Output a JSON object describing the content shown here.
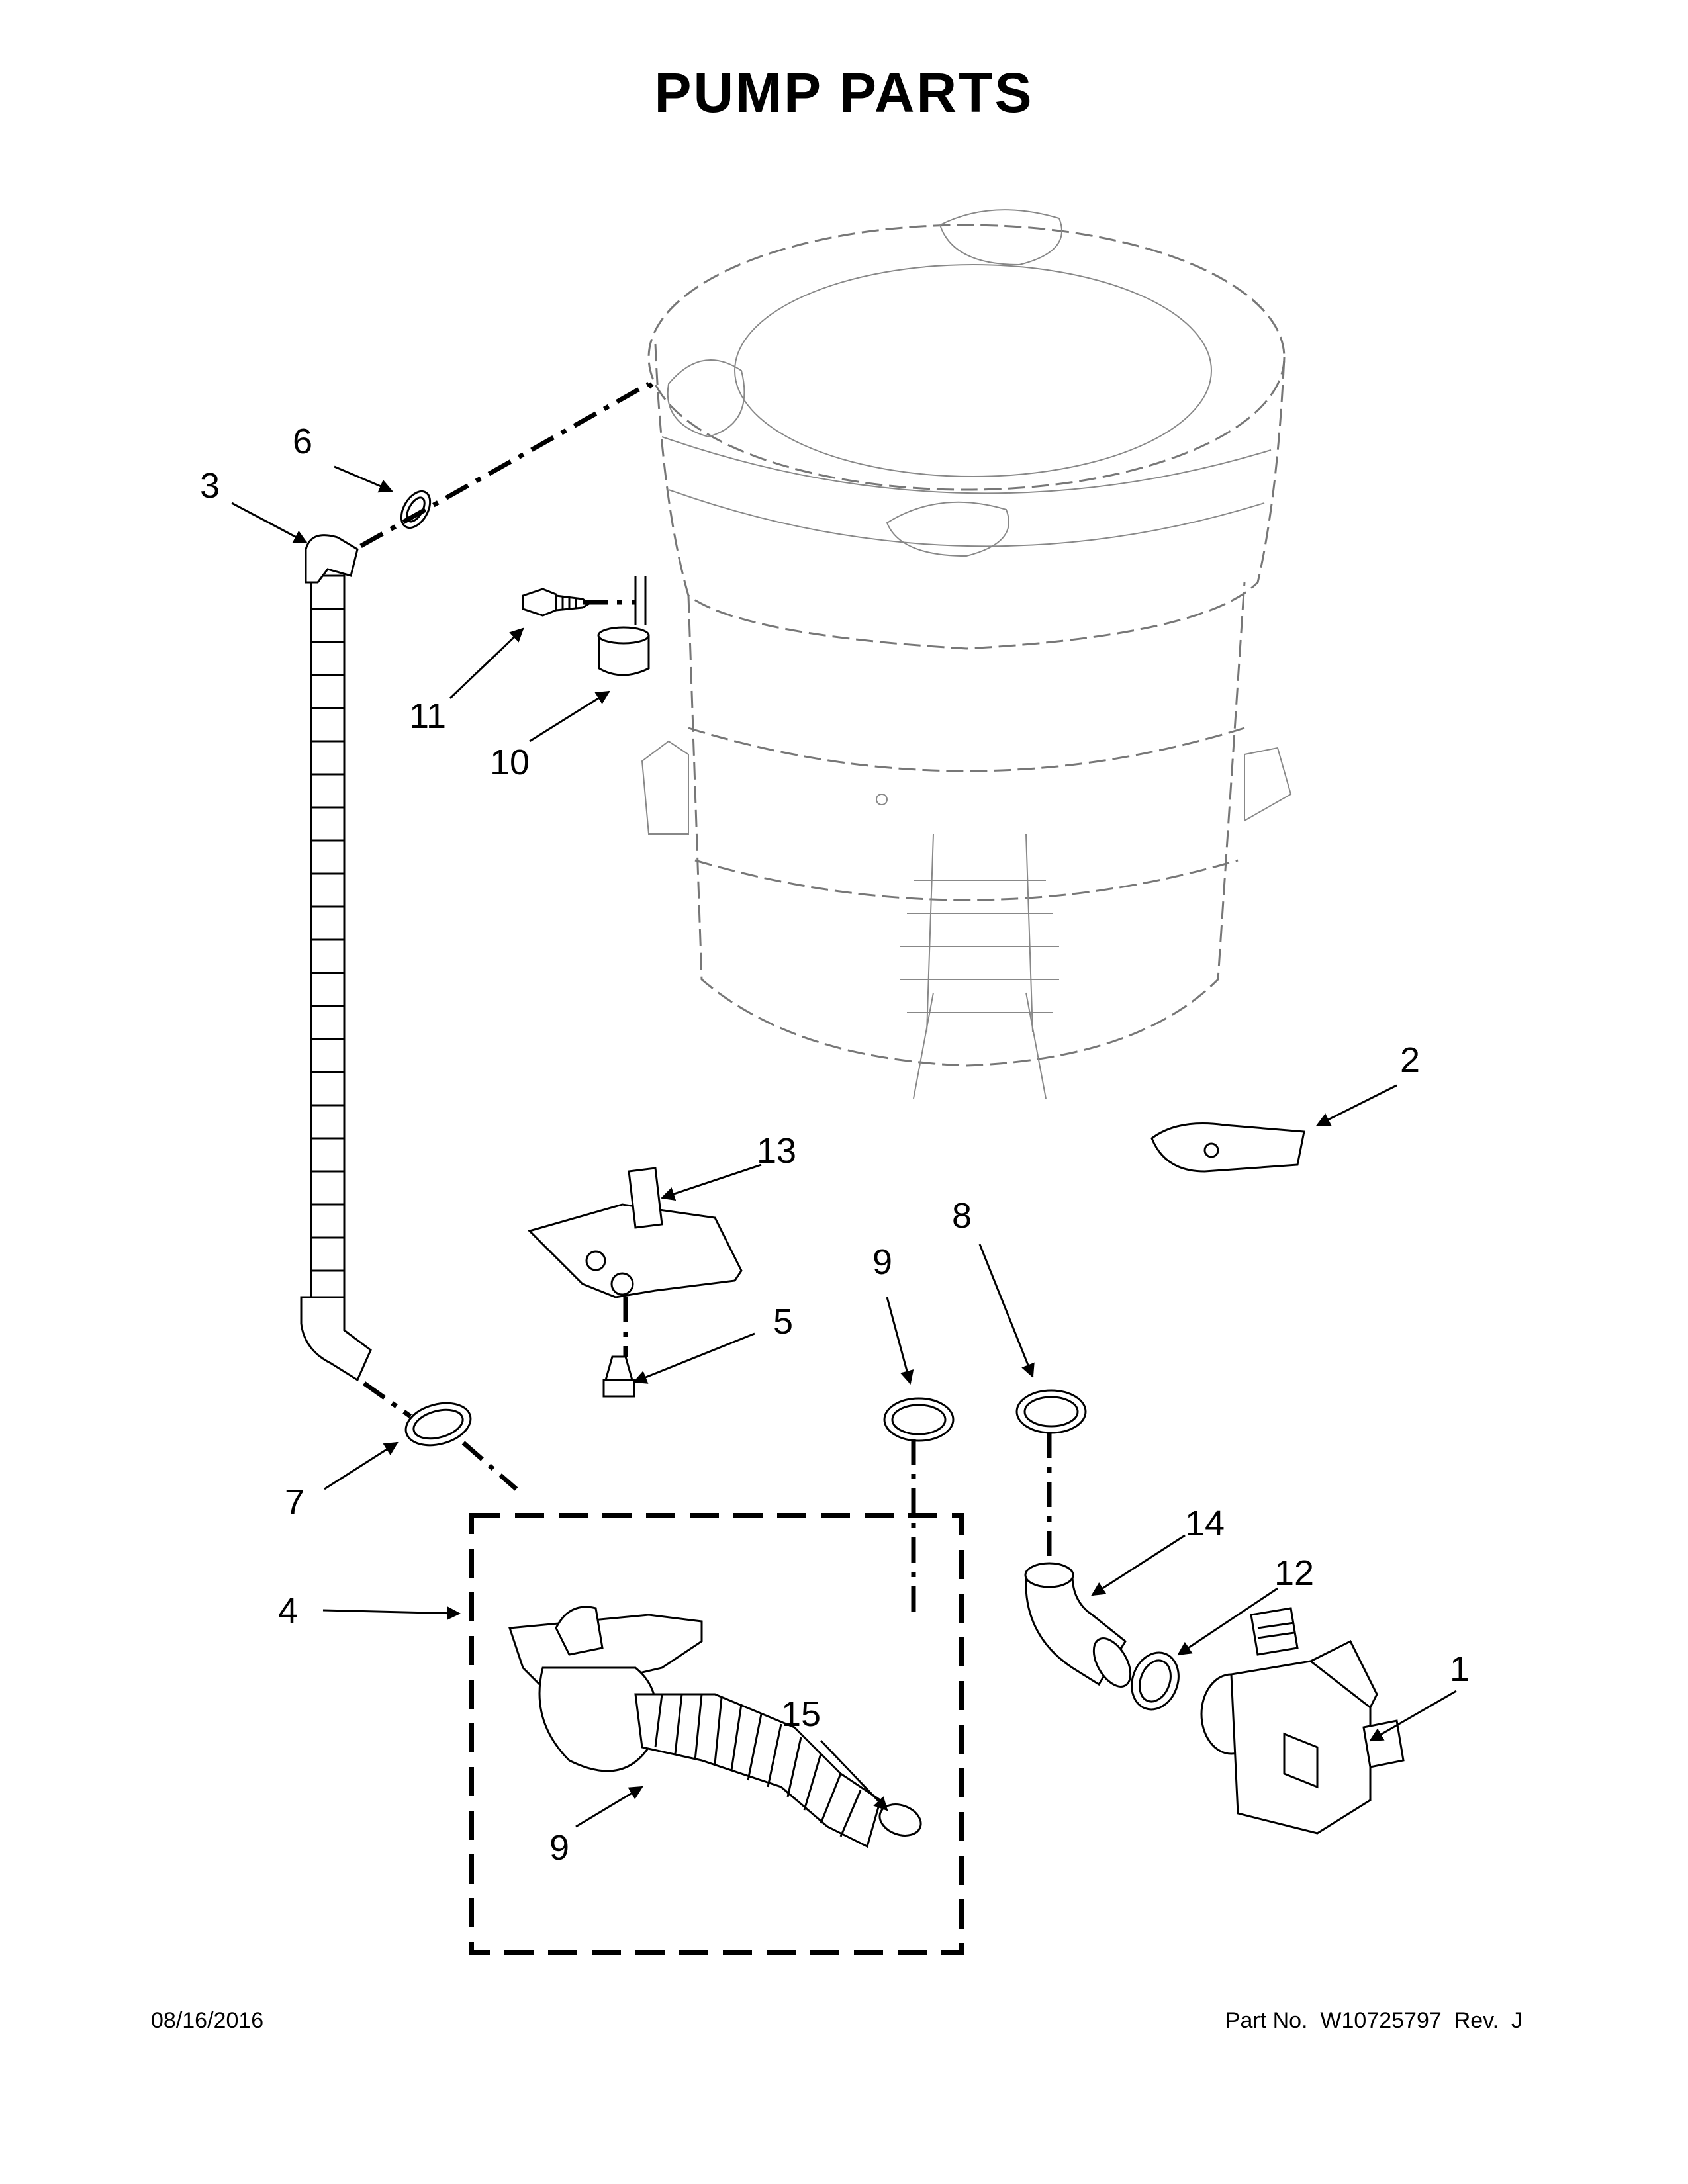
{
  "title": "PUMP PARTS",
  "footer": {
    "date": "08/16/2016",
    "part_label": "Part No.",
    "part_number": "W10725797",
    "rev_label": "Rev.",
    "rev": "J"
  },
  "callouts": [
    "1",
    "2",
    "3",
    "4",
    "5",
    "6",
    "7",
    "8",
    "9",
    "10",
    "11",
    "12",
    "13",
    "14",
    "15",
    "9"
  ]
}
